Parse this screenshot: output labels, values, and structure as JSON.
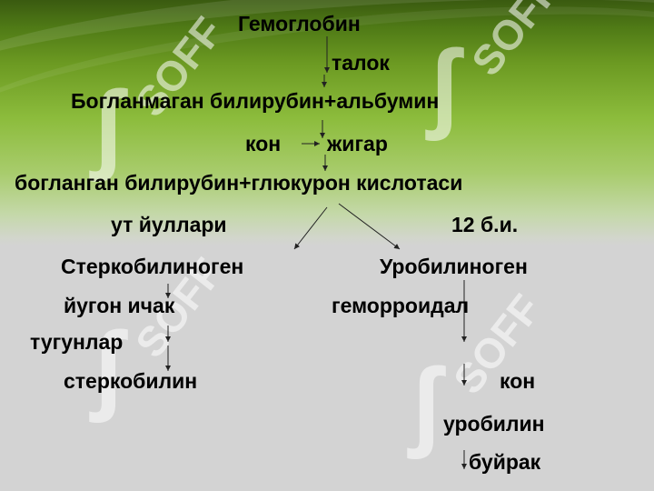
{
  "watermark": {
    "text": "SOFF"
  },
  "labels": {
    "hemoglobin": "Гемоглобин",
    "spleen": "талок",
    "unconjugated": "Богланмаган билирубин+альбумин",
    "blood": "кон",
    "liver": "жигар",
    "conjugated": "богланган билирубин+глюкурон кислотаси",
    "bile_ducts": "ут йуллари",
    "duodenum": "12 б.и.",
    "stercobilinogen": "Стеркобилиноген",
    "urobilinogen": "Уробилиноген",
    "large_intestine": "йугон ичак",
    "hemorrhoidal": "геморроидал",
    "nodes": "тугунлар",
    "stercobilin": "стеркобилин",
    "blood2": "кон",
    "urobilin": "уробилин",
    "kidney": "буйрак"
  },
  "colors": {
    "text": "#000000",
    "arrow": "#222222",
    "green": "#6c9a22",
    "gray": "#d3d3d3"
  }
}
